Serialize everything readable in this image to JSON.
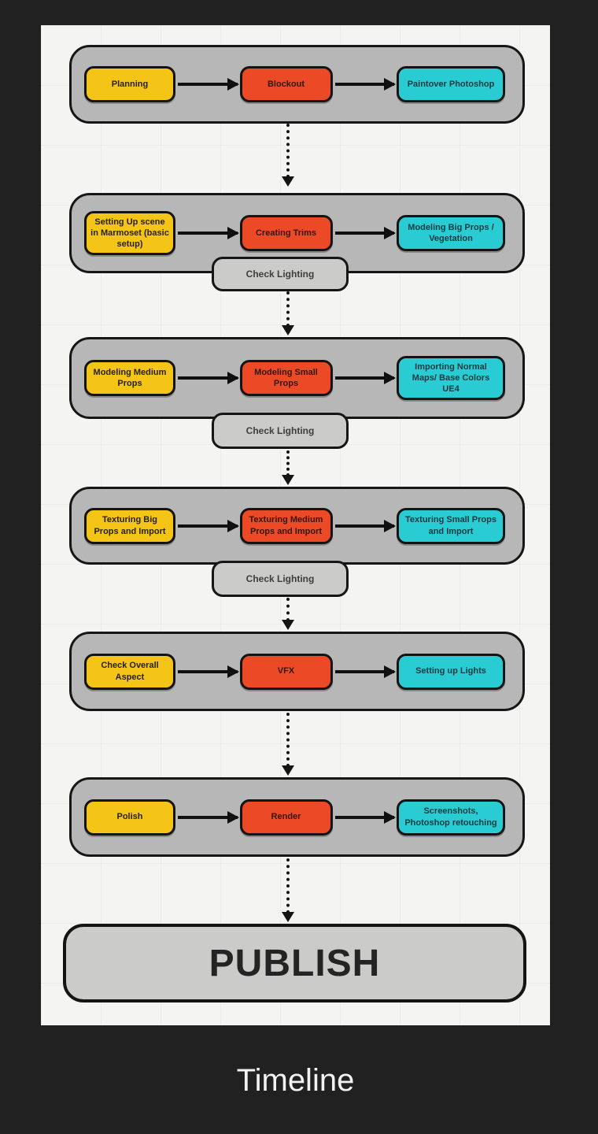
{
  "diagram": {
    "caption": "Timeline",
    "publish_label": "PUBLISH",
    "check_label": "Check Lighting",
    "colors": {
      "background": "#212121",
      "canvas": "#f4f4f3",
      "group_fill": "#b7b7b7",
      "light_fill": "#cbcbca",
      "yellow_node": "#f4c416",
      "red_node": "#ec4a26",
      "cyan_node": "#2accd4",
      "outline": "#161616",
      "caption_text": "#f2f2f2"
    },
    "groups": [
      {
        "steps": [
          {
            "label": "Planning",
            "color": "yellow"
          },
          {
            "label": "Blockout",
            "color": "red"
          },
          {
            "label": "Paintover Photoshop",
            "color": "cyan"
          }
        ],
        "has_check": false
      },
      {
        "steps": [
          {
            "label": "Setting Up scene in Marmoset (basic setup)",
            "color": "yellow"
          },
          {
            "label": "Creating Trims",
            "color": "red"
          },
          {
            "label": "Modeling Big Props / Vegetation",
            "color": "cyan"
          }
        ],
        "has_check": true
      },
      {
        "steps": [
          {
            "label": "Modeling Medium Props",
            "color": "yellow"
          },
          {
            "label": "Modeling Small Props",
            "color": "red"
          },
          {
            "label": "Importing Normal Maps/ Base Colors UE4",
            "color": "cyan"
          }
        ],
        "has_check": true
      },
      {
        "steps": [
          {
            "label": "Texturing Big Props and Import",
            "color": "yellow"
          },
          {
            "label": "Texturing Medium Props and Import",
            "color": "red"
          },
          {
            "label": "Texturing Small Props and Import",
            "color": "cyan"
          }
        ],
        "has_check": true
      },
      {
        "steps": [
          {
            "label": "Check Overall Aspect",
            "color": "yellow"
          },
          {
            "label": "VFX",
            "color": "red"
          },
          {
            "label": "Setting up Lights",
            "color": "cyan"
          }
        ],
        "has_check": false
      },
      {
        "steps": [
          {
            "label": "Polish",
            "color": "yellow"
          },
          {
            "label": "Render",
            "color": "red"
          },
          {
            "label": "Screenshots, Photoshop retouching",
            "color": "cyan"
          }
        ],
        "has_check": false
      }
    ]
  }
}
